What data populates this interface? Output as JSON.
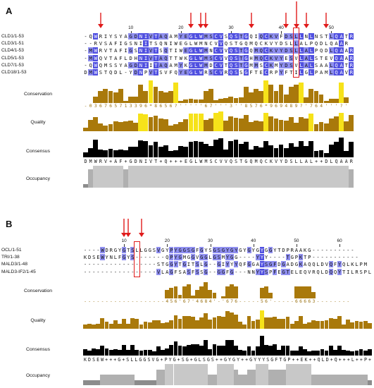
{
  "panels": [
    {
      "letter": "A",
      "ruler_ticks": [
        10,
        20,
        30,
        40,
        50
      ],
      "sequences": [
        {
          "label": "CLD1/1-53",
          "seq": "-QWRIYSYAGDNIVTAQAMYEGLWMSCVSQSTGQIQCKVFDSLLNLNSTLQATR"
        },
        {
          "label": "CLD3/1-51",
          "seq": "--RVSAFIGSNIITSQNIWEGLWMNCVVQSTGQMQCKVYDSLLALPQDLQAAR"
        },
        {
          "label": "CLD4/1-53",
          "seq": "-MWRVTAFIGSNIVTSQTIWEGLWMNCVVQSTGQMQCKVYDSLLALPQDLQAAR"
        },
        {
          "label": "CLD5/1-53",
          "seq": "-MWQVTAFLDHNIVTAQTTWKGLWMSCVVQSTGHMQCKVYESVLALSTEVQAAR"
        },
        {
          "label": "CLD7/1-53",
          "seq": "-QWQMSSYAGDNIITAQAMYKGLWMDCVTQSTGMMSCKMYDSVLALSAALQATR"
        },
        {
          "label": "CLD18/1-53",
          "seq": "DMWSTQDL-YDNPVTSVFQYEGLWRSCVRQSSGFTECRPYFTILGLPAMLQAVR"
        }
      ],
      "conservation_label": "Conservation",
      "conservation_scores": "-036765713396*8656?'''''67'''3''8576*969489?'764'''?'",
      "quality_label": "Quality",
      "consensus_label": "Consensus",
      "consensus_seq": "DMWRV+AF+GDNIVT+Q+++EGLWMSCVVQSTGQMQCKVYDSLLAL++DLQAAR",
      "occupancy_label": "Occupancy",
      "arrows": [
        4,
        22,
        24,
        25,
        34,
        41,
        43,
        45,
        49
      ],
      "boxed_column": 43
    },
    {
      "letter": "B",
      "ruler_ticks": [
        10,
        20,
        30,
        40,
        50,
        60
      ],
      "sequences": [
        {
          "label": "OCL/1-51",
          "seq": "----WDRGYGTSLLGGSVGYPYGGSGFGYSGSGYGYGYGYGYGGYTDPRAAKG----------"
        },
        {
          "label": "TRI/1-38",
          "seq": "KDSEWYNLFGYS-------QPYGMGGVGGLGSMYGG----YYY----TGPKTP-----------"
        },
        {
          "label": "MALD3/1-48",
          "seq": "-----------------STGGYTGITSLG--GIYYYQFGGAYSGFDGADGKAQQLDVQFYQLKLPM"
        },
        {
          "label": "MALD3-IF2/1-45",
          "seq": "-----------------VLAGFSASFSSG--GGFG---NNYYSPFEGTELEQVRQLDQQYTILRSPL"
        }
      ],
      "conservation_label": "Conservation",
      "conservation_scores": "-------------------456'67'4684'-'676-----56'-----66663--------",
      "quality_label": "Quality",
      "consensus_label": "Consensus",
      "consensus_seq": "KDSEW+++G+SLLGGSVG+PYG+SG+GLSGS++GYGY++GYYYSGFTGP++EK++QLD+Q+++L++P+",
      "occupancy_label": "Occupancy",
      "arrows": [
        10,
        11,
        14
      ],
      "boxed_column": 13
    }
  ],
  "colors": {
    "dark_blue": "#5050e0",
    "mid_blue": "#8f8ff0",
    "light_blue": "#c9c9f7",
    "conservation_yellow": "#f6e21a",
    "conservation_brown": "#a9790b",
    "consensus": "#000000",
    "occupancy": "#c8c8c8",
    "arrow_red": "#e01b1b"
  }
}
